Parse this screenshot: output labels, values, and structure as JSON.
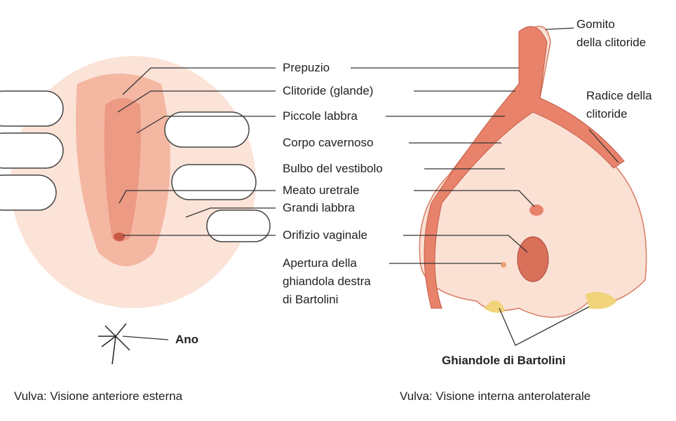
{
  "labels": {
    "prepuce": "Prepuzio",
    "clitoris_glans": "Clitoride (glande)",
    "labia_minora": "Piccole labbra",
    "corpus_cavernosum": "Corpo cavernoso",
    "vestibular_bulb": "Bulbo del vestibolo",
    "urethral_meatus": "Meato uretrale",
    "labia_majora": "Grandi labbra",
    "vaginal_orifice": "Orifizio vaginale",
    "bartholin_opening": [
      "Apertura della",
      "ghiandola destra",
      "di Bartolini"
    ],
    "anus": "Ano",
    "clitoris_body_bend": [
      "Gomito",
      "della clitoride"
    ],
    "clitoris_root": [
      "Radice della",
      "clitoride"
    ],
    "bartholin_glands": "Ghiandole di Bartolini"
  },
  "captions": {
    "left": "Vulva: Visione anteriore esterna",
    "right": "Vulva: Visione interna anterolaterale"
  },
  "colors": {
    "skin": "#f6c9b6",
    "tissue": "#e8826a",
    "gland": "#f0d37a",
    "line": "#333333"
  }
}
